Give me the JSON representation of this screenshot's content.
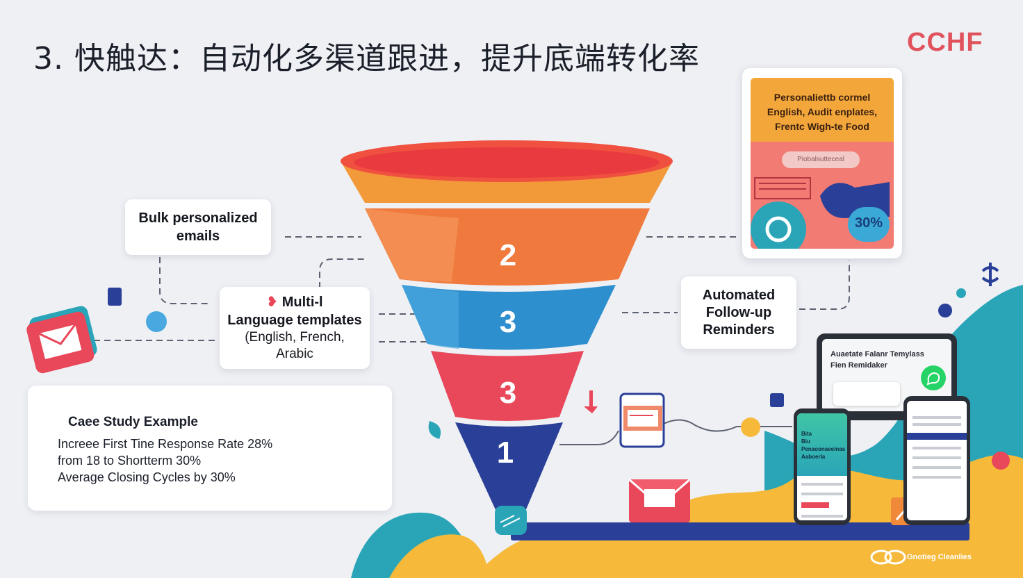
{
  "title": "3. 快触达：自动化多渠道跟进，提升底端转化率",
  "logo": "CCHF",
  "funnel": {
    "stages": [
      {
        "label": "",
        "color_top": "#f0503f",
        "color_body": "#f29a3a"
      },
      {
        "label": "2",
        "color_body": "#f07a3e"
      },
      {
        "label": "3",
        "color_body": "#2e8fcf"
      },
      {
        "label": "3",
        "color_body": "#e8485a"
      },
      {
        "label": "1",
        "color_body": "#2a3f97"
      }
    ]
  },
  "cards": {
    "bulk": {
      "line1": "Bulk personalized",
      "line2": "emails"
    },
    "multi": {
      "line1": "Multi-l",
      "line2": "Language templates",
      "line3": "(English, French,",
      "line4": "Arabic"
    },
    "auto": {
      "line1": "Automated",
      "line2": "Follow-up",
      "line3": "Reminders"
    }
  },
  "case_study": {
    "title": "Caee Study Example",
    "lines": [
      "Increee First Tine Response Rate 28%",
      "from 18 to Shortterm 30%",
      "Average Closing Cycles by 30%"
    ]
  },
  "promo": {
    "line1": "Personaliettb cormel",
    "line2": "English, Audit enplates,",
    "line3": "Frentc Wigh-te Food",
    "pill": "Piobalsutteceal",
    "percent": "30%"
  },
  "tablet": {
    "line1": "Auaetate Falanr Temylass",
    "line2": "Fien Remidaker"
  },
  "phone_left": {
    "header": "Bita",
    "line1": "Biu Penaoonaeeinas",
    "line2": "Aaboerla"
  },
  "footer": "Gnotieg Cleanlies",
  "colors": {
    "accent": "#e0535d",
    "teal": "#2aa5b8",
    "yellow": "#f6b93a",
    "navy": "#2a3f97"
  }
}
